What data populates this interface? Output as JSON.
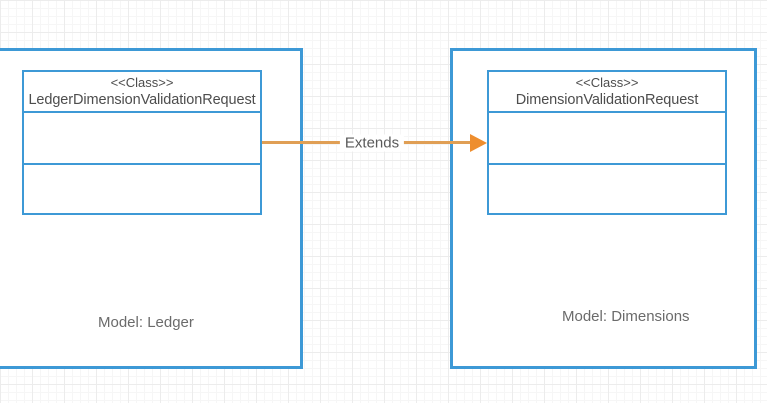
{
  "colors": {
    "shape_border": "#3d99d6",
    "arrow_line": "#e09f55",
    "arrow_head": "#ee8e2e",
    "class_text": "#4d4d4d",
    "label_text": "#6b6b6b",
    "edge_text": "#595959",
    "grid_minor": "#f6f6f6",
    "grid_major": "#ececec",
    "canvas_bg": "#ffffff",
    "shape_fill": "#ffffff"
  },
  "diagram": {
    "left_container": {
      "model_label": "Model: Ledger"
    },
    "right_container": {
      "model_label": "Model: Dimensions"
    },
    "left_class": {
      "stereotype": "<<Class>>",
      "name": "LedgerDimensionValidationRequest"
    },
    "right_class": {
      "stereotype": "<<Class>>",
      "name": "DimensionValidationRequest"
    },
    "relationship": {
      "label": "Extends"
    }
  }
}
